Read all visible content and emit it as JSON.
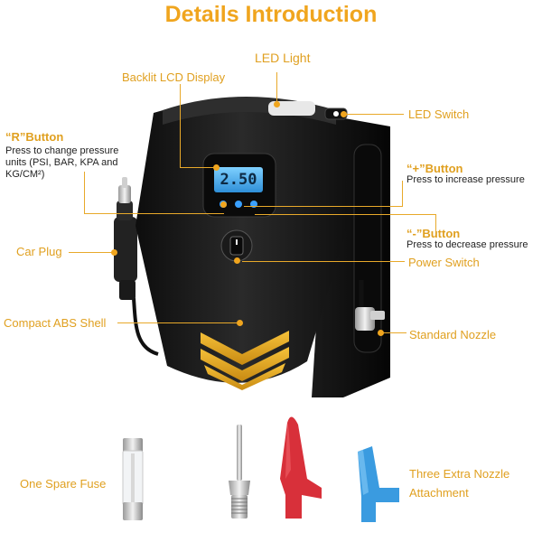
{
  "title": "Details Introduction",
  "labels": {
    "backlit_lcd_display": "Backlit LCD Display",
    "led_light": "LED Light",
    "led_switch": "LED Switch",
    "r_button_title": "“R”Button",
    "r_button_desc": "Press to change pressure units (PSI, BAR, KPA and KG/CM²)",
    "plus_button_title": "“+”Button",
    "plus_button_desc": "Press to increase pressure",
    "minus_button_title": "“-”Button",
    "minus_button_desc": "Press to decrease pressure",
    "car_plug": "Car Plug",
    "power_switch": "Power Switch",
    "compact_abs_shell": "Compact ABS Shell",
    "standard_nozzle": "Standard Nozzle",
    "one_spare_fuse": "One Spare Fuse",
    "three_extra_nozzle": "Three Extra Nozzle",
    "attachment": "Attachment"
  },
  "lcd_reading": "2.50",
  "colors": {
    "accent": "#f0a51e",
    "leader": "#e8a92a",
    "body": "#1c1c1c",
    "lcd": "#2f8fd8",
    "red_nozzle": "#d8303a",
    "blue_nozzle": "#3a9be0"
  }
}
